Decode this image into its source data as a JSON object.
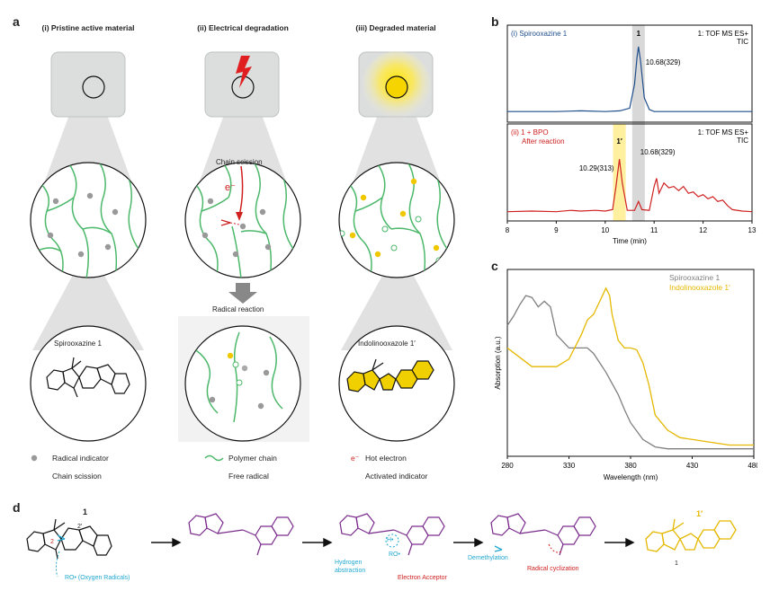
{
  "panel_a": {
    "letter": "a",
    "titles": [
      "(i) Pristine active material",
      "(ii) Electrical degradation",
      "(iii) Degraded material"
    ],
    "chain_scission_label": "Chain scission",
    "hot_electron_label": "e⁻",
    "radical_reaction_label": "Radical reaction",
    "molecule_left": "Spirooxazine 1",
    "molecule_right": "Indolinooxazole 1′",
    "legend": [
      {
        "icon": "radical-indicator",
        "label": "Radical indicator"
      },
      {
        "icon": "polymer-chain",
        "label": "Polymer chain"
      },
      {
        "icon": "hot-electron",
        "label": "Hot electron"
      },
      {
        "icon": "chain-scission",
        "label": "Chain scission"
      },
      {
        "icon": "free-radical",
        "label": "Free radical"
      },
      {
        "icon": "activated-indicator",
        "label": "Activated indicator"
      }
    ],
    "legend_hot_electron_symbol": "e⁻"
  },
  "panel_b": {
    "letter": "b",
    "chart_data": {
      "type": "line",
      "xlabel": "Time (min)",
      "xlim": [
        8,
        13
      ],
      "xticks": [
        "8",
        "9",
        "10",
        "11",
        "12",
        "13"
      ],
      "subplots": [
        {
          "name": "(i) Spirooxazine 1",
          "detector": "1: TOF MS ES+",
          "mode": "TIC",
          "color": "#1f4e8c",
          "peak_labels": [
            {
              "text": "1",
              "x": 10.68
            },
            {
              "text": "10.68(329)",
              "x": 10.68
            }
          ],
          "x": [
            8.0,
            8.5,
            9.0,
            9.5,
            10.0,
            10.3,
            10.5,
            10.6,
            10.65,
            10.68,
            10.72,
            10.8,
            10.9,
            11.0,
            11.5,
            12.0,
            12.5,
            13.0
          ],
          "y": [
            0.05,
            0.05,
            0.05,
            0.06,
            0.05,
            0.06,
            0.1,
            0.45,
            0.85,
            1.0,
            0.8,
            0.25,
            0.08,
            0.05,
            0.05,
            0.05,
            0.05,
            0.05
          ]
        },
        {
          "name": "(ii) 1 + BPO",
          "subname": "After reaction",
          "detector": "1: TOF MS ES+",
          "mode": "TIC",
          "color": "#d02020",
          "peak_labels": [
            {
              "text": "1′",
              "x": 10.29
            },
            {
              "text": "10.29(313)",
              "x": 10.29
            },
            {
              "text": "10.68(329)",
              "x": 10.68
            }
          ],
          "x": [
            8.0,
            8.5,
            9.0,
            9.3,
            9.5,
            9.8,
            10.0,
            10.15,
            10.22,
            10.29,
            10.35,
            10.45,
            10.6,
            10.68,
            10.75,
            10.9,
            11.0,
            11.05,
            11.1,
            11.2,
            11.3,
            11.4,
            11.5,
            11.6,
            11.7,
            11.8,
            11.9,
            12.0,
            12.1,
            12.2,
            12.3,
            12.4,
            12.45,
            12.5,
            12.6,
            12.8,
            13.0
          ],
          "y": [
            0.03,
            0.04,
            0.03,
            0.05,
            0.04,
            0.05,
            0.04,
            0.06,
            0.4,
            0.8,
            0.45,
            0.05,
            0.05,
            0.18,
            0.06,
            0.05,
            0.4,
            0.52,
            0.3,
            0.45,
            0.38,
            0.4,
            0.34,
            0.4,
            0.3,
            0.32,
            0.25,
            0.28,
            0.22,
            0.25,
            0.18,
            0.2,
            0.16,
            0.12,
            0.06,
            0.04,
            0.03
          ]
        }
      ],
      "highlights": [
        {
          "x": 10.29,
          "color": "#fff0a0"
        },
        {
          "x": 10.68,
          "color": "#d8d8d8"
        }
      ]
    }
  },
  "panel_c": {
    "letter": "c",
    "chart_data": {
      "type": "line",
      "xlabel": "Wavelength (nm)",
      "ylabel": "Absorption (a.u.)",
      "xlim": [
        280,
        480
      ],
      "xticks": [
        "280",
        "330",
        "380",
        "430",
        "480"
      ],
      "series": [
        {
          "name": "Spirooxazine 1",
          "color": "#7f7f7f",
          "x": [
            280,
            285,
            290,
            295,
            300,
            305,
            310,
            315,
            320,
            330,
            340,
            345,
            350,
            360,
            370,
            375,
            380,
            390,
            400,
            410,
            420,
            440,
            460,
            480
          ],
          "y": [
            0.7,
            0.75,
            0.81,
            0.86,
            0.85,
            0.8,
            0.83,
            0.8,
            0.65,
            0.58,
            0.58,
            0.58,
            0.55,
            0.45,
            0.33,
            0.25,
            0.18,
            0.09,
            0.05,
            0.04,
            0.04,
            0.04,
            0.04,
            0.04
          ]
        },
        {
          "name": "Indolinooxazole 1′",
          "color": "#e5b800",
          "x": [
            280,
            290,
            300,
            310,
            320,
            330,
            340,
            345,
            350,
            355,
            360,
            363,
            365,
            370,
            375,
            380,
            385,
            390,
            395,
            400,
            410,
            420,
            440,
            460,
            480
          ],
          "y": [
            0.58,
            0.53,
            0.48,
            0.48,
            0.48,
            0.52,
            0.65,
            0.73,
            0.76,
            0.83,
            0.9,
            0.86,
            0.76,
            0.62,
            0.58,
            0.58,
            0.57,
            0.5,
            0.38,
            0.22,
            0.14,
            0.1,
            0.08,
            0.06,
            0.06
          ]
        }
      ]
    }
  },
  "panel_d": {
    "letter": "d",
    "labels": {
      "mol1_number": "1",
      "ro_radicals": "RO• (Oxygen Radicals)",
      "hydrogen_abstraction": "Hydrogen abstraction",
      "ro_dot": "RO•",
      "h_dot": "H•",
      "electron_acceptor": "Electron Acceptor",
      "demethylation": "Demethylation",
      "radical_cyclization": "Radical cyclization",
      "product_number_top": "1′",
      "product_number_bottom": "1",
      "pos_2": "2",
      "pos_2p": "2′"
    }
  }
}
